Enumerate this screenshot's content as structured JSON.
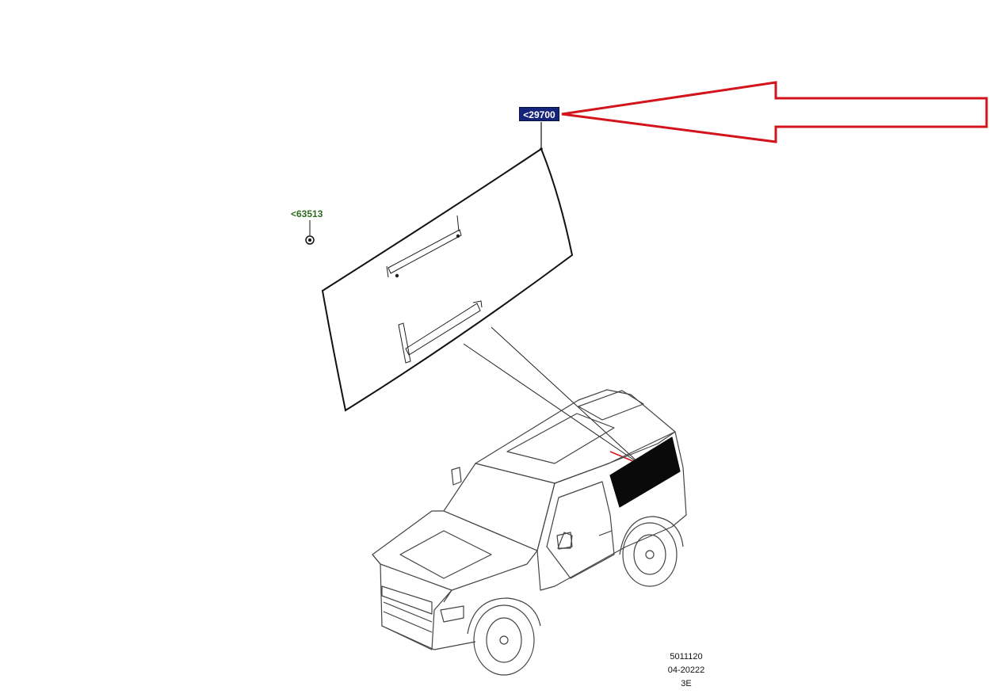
{
  "callouts": {
    "primary": {
      "label": "<29700",
      "color": "#16237a"
    },
    "secondary": {
      "label": "<63513",
      "color": "#2f6b1f"
    }
  },
  "pointer_arrow": {
    "color": "#d3141c"
  },
  "footer": {
    "line1": "5011120",
    "line2": "04-20222",
    "line3": "3E"
  },
  "icons": [
    "clip-icon",
    "side-window-glass",
    "vehicle-outline",
    "pointer-arrow-icon"
  ]
}
